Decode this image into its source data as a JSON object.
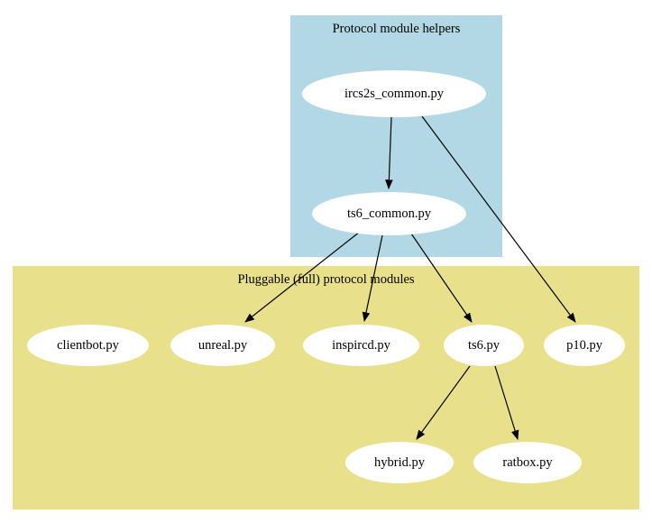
{
  "diagram": {
    "clusters": [
      {
        "id": "helpers",
        "label": "Protocol module helpers",
        "color": "#b2d8e5"
      },
      {
        "id": "protocols",
        "label": "Pluggable (full) protocol modules",
        "color": "#e8e08a"
      }
    ],
    "nodes": {
      "ircs2s_common": {
        "label": "ircs2s_common.py"
      },
      "ts6_common": {
        "label": "ts6_common.py"
      },
      "clientbot": {
        "label": "clientbot.py"
      },
      "unreal": {
        "label": "unreal.py"
      },
      "inspircd": {
        "label": "inspircd.py"
      },
      "ts6": {
        "label": "ts6.py"
      },
      "p10": {
        "label": "p10.py"
      },
      "hybrid": {
        "label": "hybrid.py"
      },
      "ratbox": {
        "label": "ratbox.py"
      }
    },
    "edges": [
      {
        "from": "ircs2s_common.py",
        "to": "ts6_common.py"
      },
      {
        "from": "ircs2s_common.py",
        "to": "p10.py"
      },
      {
        "from": "ts6_common.py",
        "to": "unreal.py"
      },
      {
        "from": "ts6_common.py",
        "to": "inspircd.py"
      },
      {
        "from": "ts6_common.py",
        "to": "ts6.py"
      },
      {
        "from": "ts6.py",
        "to": "hybrid.py"
      },
      {
        "from": "ts6.py",
        "to": "ratbox.py"
      }
    ]
  }
}
